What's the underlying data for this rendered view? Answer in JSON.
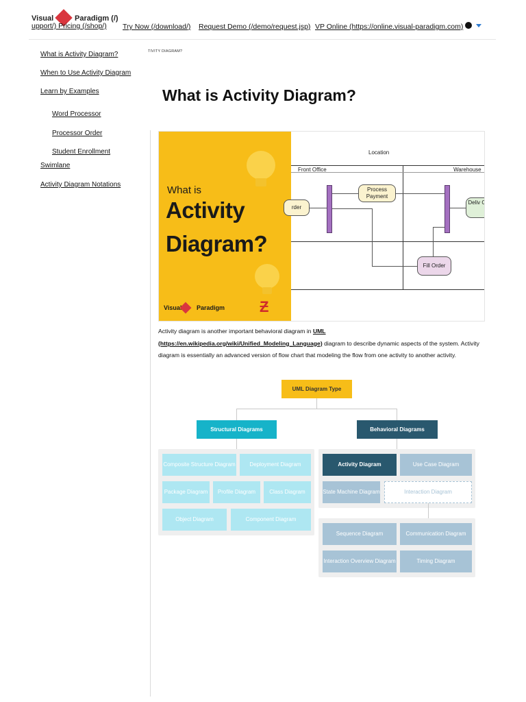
{
  "nav": {
    "logo_word1": "Visual",
    "logo_word2": "Paradigm (/)",
    "overlay_text": "upport/)   Pricing (/shop/)",
    "try_now": "Try Now (/download/)",
    "request_demo": "Request Demo (/demo/request.jsp)",
    "vp_online": "VP Online (https://online.visual-paradigm.com)"
  },
  "sidebar": {
    "items": [
      "What is Activity Diagram?",
      "When to Use Activity Diagram",
      "Learn by Examples",
      "Word Processor",
      "Processor Order",
      "Student Enrollment",
      "Swimlane",
      "Activity Diagram Notations"
    ]
  },
  "breadcrumb": "TIVITY DIAGRAM?",
  "title": "What is Activity Diagram?",
  "hero": {
    "what_is": "What is",
    "big1": "Activity",
    "big2": "Diagram?",
    "brand1": "Visual",
    "brand2": "Paradigm",
    "location": "Location",
    "lane1": "Front Office",
    "lane2": "Warehouse",
    "node_order": "rder",
    "node_process": "Process Payment",
    "node_fill": "Fill Order",
    "node_deliver": "Deliv Ord"
  },
  "paragraph": {
    "p1": "Activity diagram is another important behavioral diagram in ",
    "link": "UML (https://en.wikipedia.org/wiki/Unified_Modeling_Language)",
    "p2": " diagram to describe dynamic aspects of the system. Activity diagram is essentially an advanced version of flow chart that modeling the flow from one activity to another activity."
  },
  "uml": {
    "root": "UML Diagram Type",
    "structural": "Structural Diagrams",
    "behavioral": "Behavioral Diagrams",
    "structural_items": [
      "Composite Structure Diagram",
      "Deployment Diagram",
      "Package Diagram",
      "Profile Diagram",
      "Class Diagram",
      "Object Diagram",
      "Component Diagram"
    ],
    "behavioral_items": [
      "Activity Diagram",
      "Use Case Diagram",
      "State Machine Diagram",
      "Interaction Diagram"
    ],
    "interaction_items": [
      "Sequence Diagram",
      "Communication Diagram",
      "Interaction Overview Diagram",
      "Timing Diagram"
    ]
  },
  "colors": {
    "accent_yellow": "#f7bd18",
    "structural_teal": "#16b3c9",
    "structural_light": "#aee7f2",
    "behavioral_navy": "#29586e",
    "behavioral_light": "#a7c3d6",
    "brand_red": "#d9363e"
  }
}
